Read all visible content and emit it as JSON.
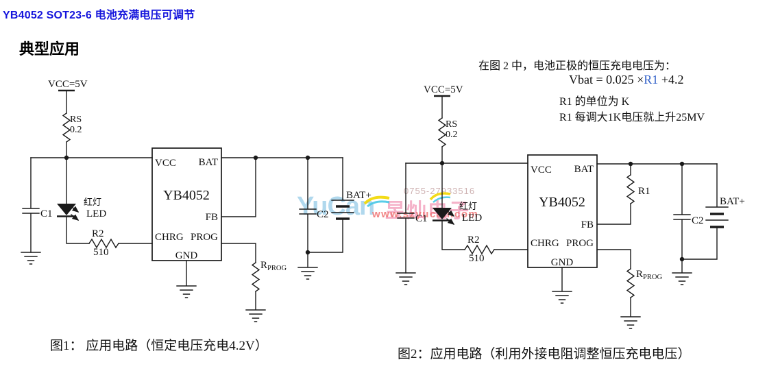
{
  "page": {
    "title": "YB4052 SOT23-6 电池充满电压可调节",
    "section_heading": "典型应用"
  },
  "note": {
    "intro": "在图 2 中，电池正极的恒压充电电压为：",
    "formula_prefix": "Vbat = 0.025 ×",
    "formula_r1": "R1",
    "formula_suffix": " +4.2",
    "r1_unit_line": "R1  的单位为 K",
    "r1_step_line": "R1  每调大1K电压就上升25MV"
  },
  "watermark": {
    "phone": "0755-27933516",
    "brand_en": "YuCan",
    "brand_cn": "昱灿电子",
    "url": "www.szyucan.com"
  },
  "figure1": {
    "caption": "图1： 应用电路（恒定电压充电4.2V）",
    "labels": {
      "supply": "VCC=5V",
      "rs_name": "RS",
      "rs_value": "0.2",
      "c1": "C1",
      "led_cn": "红灯",
      "led_en": "LED",
      "r2_name": "R2",
      "r2_value": "510",
      "ic_name": "YB4052",
      "pin_vcc": "VCC",
      "pin_bat": "BAT",
      "pin_fb": "FB",
      "pin_chrg": "CHRG",
      "pin_prog": "PROG",
      "pin_gnd": "GND",
      "c2": "C2",
      "bat_plus": "BAT+",
      "rprog_base": "R",
      "rprog_sub": "PROG"
    }
  },
  "figure2": {
    "caption": "图2：应用电路（利用外接电阻调整恒压充电电压）",
    "labels": {
      "supply": "VCC=5V",
      "rs_name": "RS",
      "rs_value": "0.2",
      "c1": "C1",
      "led_cn": "红灯",
      "led_en": "LED",
      "r2_name": "R2",
      "r2_value": "510",
      "ic_name": "YB4052",
      "pin_vcc": "VCC",
      "pin_bat": "BAT",
      "pin_fb": "FB",
      "pin_chrg": "CHRG",
      "pin_prog": "PROG",
      "pin_gnd": "GND",
      "r1_name": "R1",
      "c2": "C2",
      "bat_plus": "BAT+",
      "rprog_base": "R",
      "rprog_sub": "PROG"
    }
  },
  "colors": {
    "title_blue": "#1414dc",
    "formula_blue": "#3060c8",
    "wm_blue": "#a8d4ec",
    "wm_pink": "#f4aac4",
    "wm_red": "#f07878",
    "wm_gray": "#c9a9a9",
    "wm_yellow": "#f2d800",
    "wm_cyan": "#46c8e6"
  }
}
